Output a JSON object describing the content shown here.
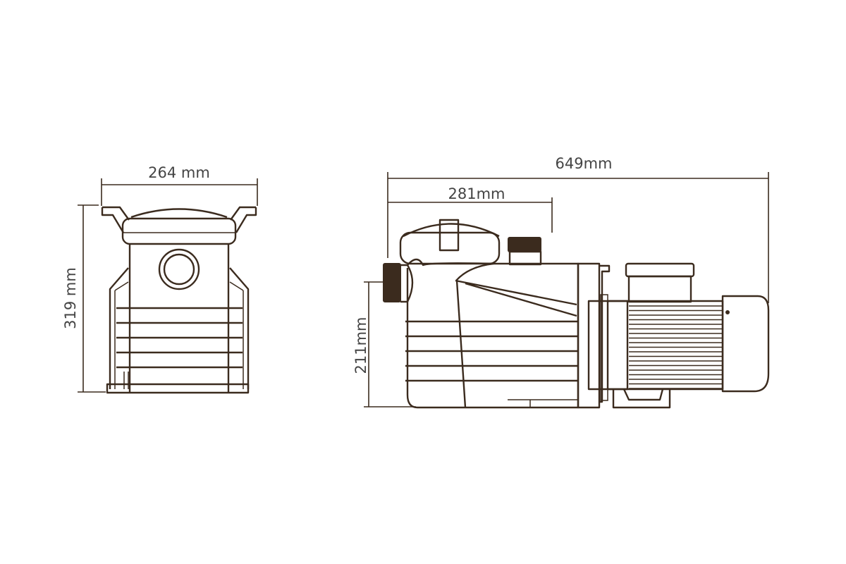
{
  "diagram": {
    "colors": {
      "line": "#3b2b1e",
      "text": "#444444",
      "background": "#ffffff"
    },
    "front_view": {
      "width_label": "264 mm",
      "height_label": "319 mm"
    },
    "side_view": {
      "overall_length_label": "649mm",
      "outlet_offset_label": "281mm",
      "inlet_height_label": "211mm"
    }
  }
}
